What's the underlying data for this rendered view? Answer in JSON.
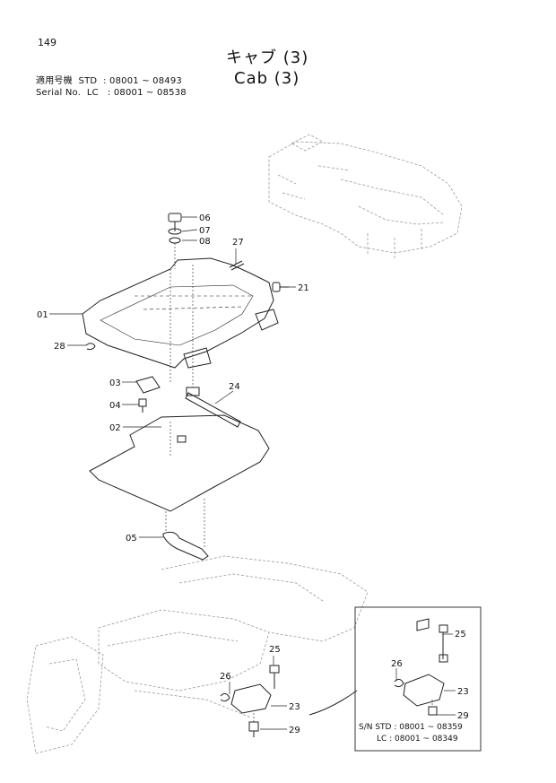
{
  "page_number": "149",
  "title_ja": "キャブ (3)",
  "title_en": "Cab (3)",
  "serial": {
    "line1": "適用号機  STD  : 08001 ~ 08493",
    "line2": "Serial No.  LC   : 08001 ~ 08538"
  },
  "callouts": {
    "p01": "01",
    "p02": "02",
    "p03": "03",
    "p04": "04",
    "p05": "05",
    "p06": "06",
    "p07": "07",
    "p08": "08",
    "p21": "21",
    "p23": "23",
    "p24": "24",
    "p25": "25",
    "p26": "26",
    "p27": "27",
    "p28": "28",
    "p29": "29"
  },
  "inset": {
    "p23": "23",
    "p25": "25",
    "p26": "26",
    "p29": "29",
    "note1": "S/N STD : 08001 ~ 08359",
    "note2": "LC  : 08001 ~ 08349"
  }
}
